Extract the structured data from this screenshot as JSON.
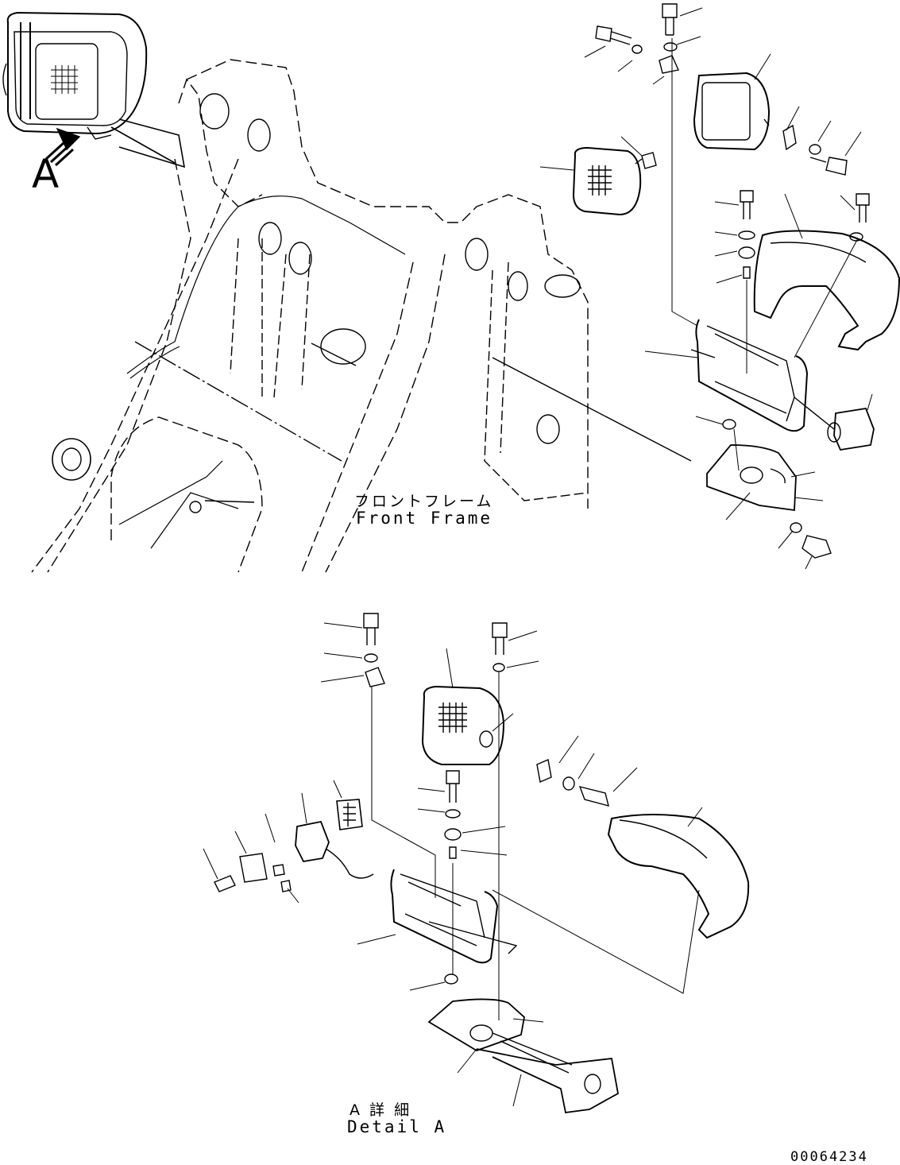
{
  "labels": {
    "view_arrow": "A",
    "front_frame_ja": "フロントフレーム",
    "front_frame_en": "Front Frame",
    "detail_ja": "A 詳 細",
    "detail_en": "Detail A",
    "drawing_number": "00064234"
  }
}
